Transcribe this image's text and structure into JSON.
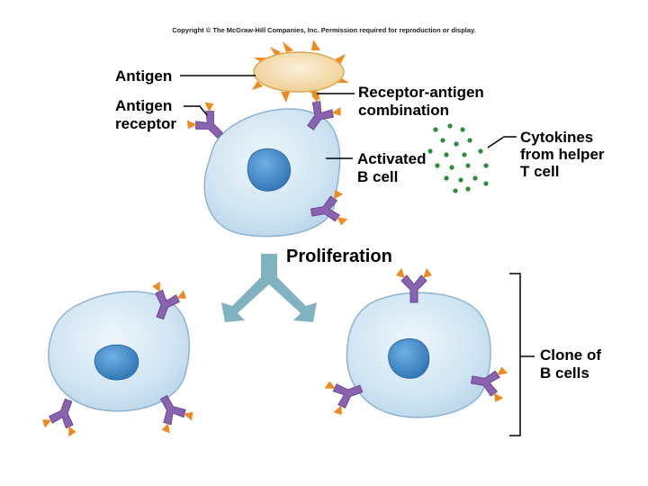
{
  "copyright": "Copyright © The McGraw-Hill Companies, Inc. Permission required for reproduction or display.",
  "labels": {
    "antigen": "Antigen",
    "antigen_receptor": [
      "Antigen",
      "receptor"
    ],
    "receptor_antigen": [
      "Receptor-antigen",
      "combination"
    ],
    "activated_b_cell": [
      "Activated",
      "B cell"
    ],
    "cytokines": [
      "Cytokines",
      "from helper",
      "T cell"
    ],
    "proliferation": "Proliferation",
    "clone": [
      "Clone of",
      "B cells"
    ]
  },
  "colors": {
    "cell_fill": "#d2e6f3",
    "cell_stroke": "#7aa6c8",
    "nucleus": "#3f86c4",
    "receptor": "#8a63b0",
    "antigen_tip": "#f08a1e",
    "antigen_body": "#f6dfb3",
    "cytokine": "#2e8b3a",
    "arrow": "#7fb3bf"
  }
}
